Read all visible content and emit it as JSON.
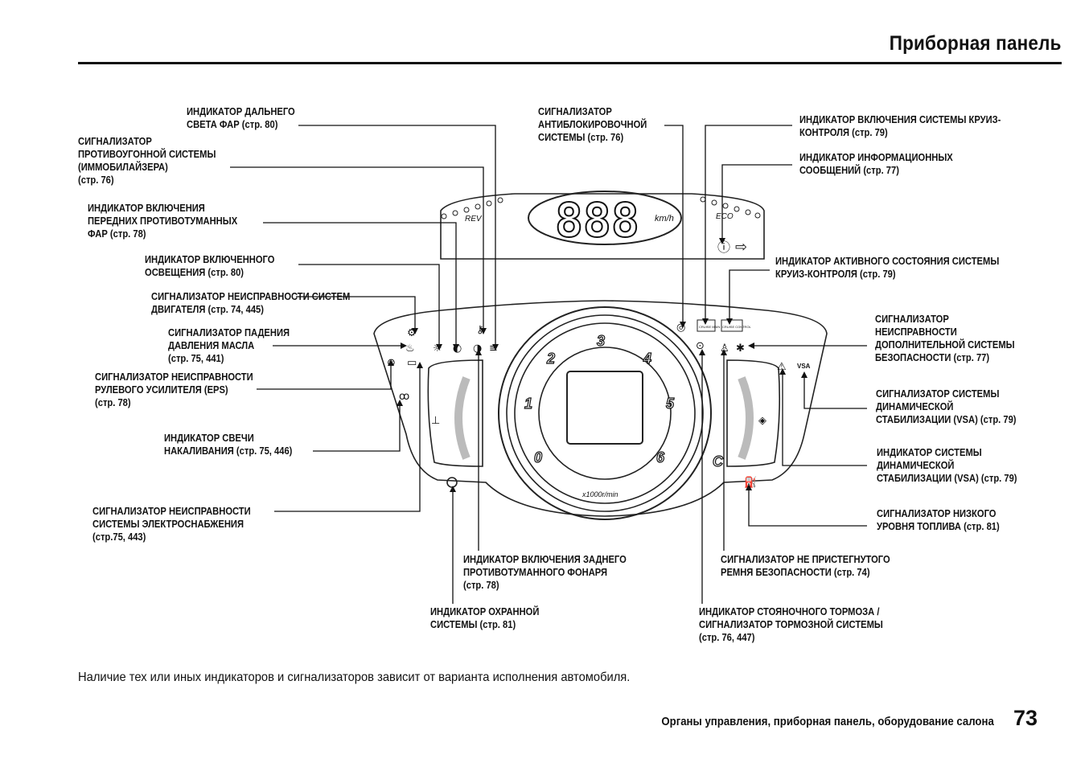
{
  "header": {
    "title": "Приборная панель"
  },
  "labels": {
    "high_beam": "ИНДИКАТОР ДАЛЬНЕГО\nСВЕТА ФАР (стр. 80)",
    "immobilizer": "СИГНАЛИЗАТОР\nПРОТИВОУГОННОЙ СИСТЕМЫ\n(ИММОБИЛАЙЗЕРА)\n(стр. 76)",
    "front_fog": "ИНДИКАТОР ВКЛЮЧЕНИЯ\nПЕРЕДНИХ ПРОТИВОТУМАННЫХ\nФАР (стр. 78)",
    "lights_on": "ИНДИКАТОР ВКЛЮЧЕННОГО\nОСВЕЩЕНИЯ (стр. 80)",
    "engine": "СИГНАЛИЗАТОР НЕИСПРАВНОСТИ СИСТЕМ\nДВИГАТЕЛЯ (стр. 74, 445)",
    "oil": "СИГНАЛИЗАТОР ПАДЕНИЯ\nДАВЛЕНИЯ МАСЛА\n(стр. 75, 441)",
    "eps": "СИГНАЛИЗАТОР НЕИСПРАВНОСТИ\nРУЛЕВОГО УСИЛИТЕЛЯ (EPS)\n(стр. 78)",
    "glow": "ИНДИКАТОР СВЕЧИ\nНАКАЛИВАНИЯ (стр. 75, 446)",
    "charging": "СИГНАЛИЗАТОР НЕИСПРАВНОСТИ\nСИСТЕМЫ ЭЛЕКТРОСНАБЖЕНИЯ\n(стр.75, 443)",
    "abs": "СИГНАЛИЗАТОР\nАНТИБЛОКИРОВОЧНОЙ\nСИСТЕМЫ (стр. 76)",
    "cruise_main": "ИНДИКАТОР ВКЛЮЧЕНИЯ СИСТЕМЫ КРУИЗ-\nКОНТРОЛЯ (стр. 79)",
    "info": "ИНДИКАТОР ИНФОРМАЦИОННЫХ\nСООБЩЕНИЙ (стр. 77)",
    "cruise_control": "ИНДИКАТОР АКТИВНОГО СОСТОЯНИЯ СИСТЕМЫ\nКРУИЗ-КОНТРОЛЯ (стр. 79)",
    "srs": "СИГНАЛИЗАТОР\nНЕИСПРАВНОСТИ\nДОПОЛНИТЕЛЬНОЙ СИСТЕМЫ\nБЕЗОПАСНОСТИ (стр. 77)",
    "vsa_warn": "СИГНАЛИЗАТОР СИСТЕМЫ\nДИНАМИЧЕСКОЙ\nСТАБИЛИЗАЦИИ (VSA) (стр. 79)",
    "vsa_ind": "ИНДИКАТОР СИСТЕМЫ\nДИНАМИЧЕСКОЙ\nСТАБИЛИЗАЦИИ (VSA) (стр. 79)",
    "fuel": "СИГНАЛИЗАТОР НИЗКОГО\nУРОВНЯ ТОПЛИВА (стр. 81)",
    "rear_fog": "ИНДИКАТОР ВКЛЮЧЕНИЯ ЗАДНЕГО\nПРОТИВОТУМАННОГО ФОНАРЯ\n(стр. 78)",
    "security": "ИНДИКАТОР ОХРАННОЙ\nСИСТЕМЫ (стр. 81)",
    "seatbelt": "СИГНАЛИЗАТОР НЕ ПРИСТЕГНУТОГО\nРЕМНЯ БЕЗОПАСНОСТИ (стр. 74)",
    "parking_brake": "ИНДИКАТОР СТОЯНОЧНОГО ТОРМОЗА /\nСИГНАЛИЗАТОР ТОРМОЗНОЙ СИСТЕМЫ\n(стр. 76, 447)"
  },
  "cluster": {
    "speed_digits": "888",
    "speed_unit": "km/h",
    "rev_label": "REV",
    "eco_label": "ECO",
    "tach_unit": "x1000r/min",
    "tach_numbers": [
      "0",
      "1",
      "2",
      "3",
      "4",
      "5",
      "6"
    ],
    "cruise_main_badge": "CRUISE MAIN",
    "cruise_control_badge": "CRUISE CONTROL",
    "vsa_badge": "VSA",
    "gauge_letter": "C"
  },
  "note": "Наличие тех или иных индикаторов и сигнализаторов зависит от варианта исполнения автомобиля.",
  "footer": {
    "section": "Органы управления, приборная панель, оборудование салона",
    "page": "73"
  }
}
